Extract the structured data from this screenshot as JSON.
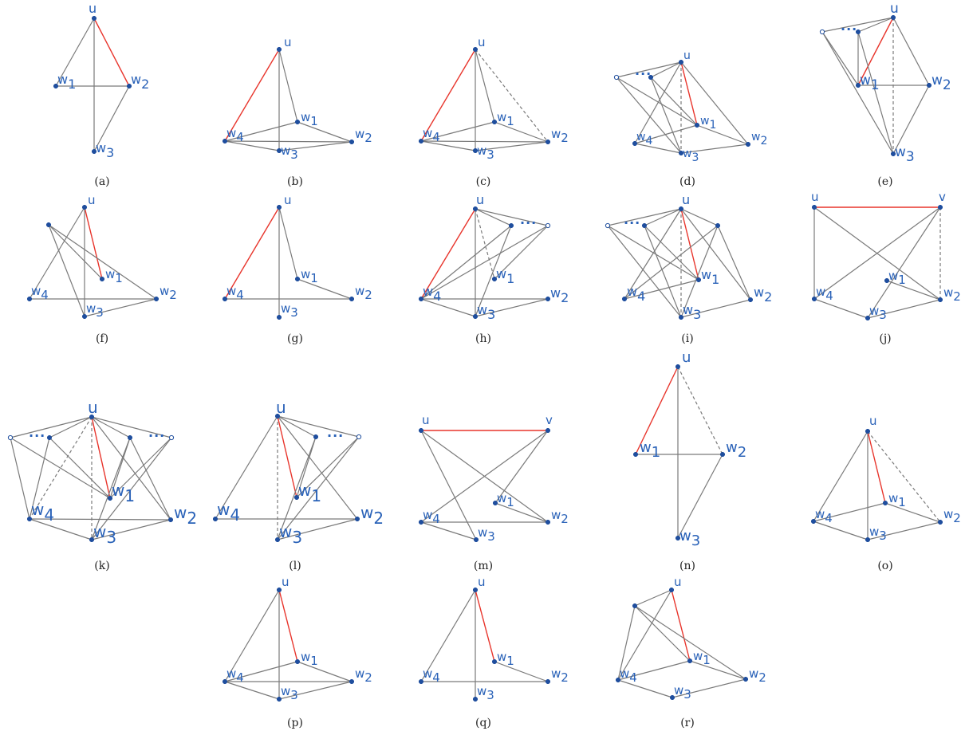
{
  "colors": {
    "edge": "#7a7a7a",
    "highlight": "#e8352c",
    "vertex": "#1f4e9e",
    "label": "#2a62b8",
    "caption": "#222222"
  },
  "panels": [
    {
      "caption": "(a)",
      "labels": {
        "u": "u",
        "w1": "w",
        "w1s": "1",
        "w2": "w",
        "w2s": "2",
        "w3": "w",
        "w3s": "3"
      }
    },
    {
      "caption": "(b)",
      "labels": {
        "u": "u",
        "w1": "w",
        "w1s": "1",
        "w2": "w",
        "w2s": "2",
        "w3": "w",
        "w3s": "3",
        "w4": "w",
        "w4s": "4"
      }
    },
    {
      "caption": "(c)",
      "labels": {
        "u": "u",
        "w1": "w",
        "w1s": "1",
        "w2": "w",
        "w2s": "2",
        "w3": "w",
        "w3s": "3",
        "w4": "w",
        "w4s": "4"
      }
    },
    {
      "caption": "(d)",
      "labels": {
        "u": "u",
        "w1": "w",
        "w1s": "1",
        "w2": "w",
        "w2s": "2",
        "w3": "w",
        "w3s": "3",
        "w4": "w",
        "w4s": "4"
      },
      "dots": "···"
    },
    {
      "caption": "(e)",
      "labels": {
        "u": "u",
        "w1": "w",
        "w1s": "1",
        "w2": "w",
        "w2s": "2",
        "w3": "w",
        "w3s": "3"
      },
      "dots": "···"
    },
    {
      "caption": "(f)",
      "labels": {
        "u": "u",
        "w1": "w",
        "w1s": "1",
        "w2": "w",
        "w2s": "2",
        "w3": "w",
        "w3s": "3",
        "w4": "w",
        "w4s": "4"
      }
    },
    {
      "caption": "(g)",
      "labels": {
        "u": "u",
        "w1": "w",
        "w1s": "1",
        "w2": "w",
        "w2s": "2",
        "w3": "w",
        "w3s": "3",
        "w4": "w",
        "w4s": "4"
      }
    },
    {
      "caption": "(h)",
      "labels": {
        "u": "u",
        "w1": "w",
        "w1s": "1",
        "w2": "w",
        "w2s": "2",
        "w3": "w",
        "w3s": "3",
        "w4": "w",
        "w4s": "4"
      },
      "dots": "···"
    },
    {
      "caption": "(i)",
      "labels": {
        "u": "u",
        "w1": "w",
        "w1s": "1",
        "w2": "w",
        "w2s": "2",
        "w3": "w",
        "w3s": "3",
        "w4": "w",
        "w4s": "4"
      },
      "dots": "···"
    },
    {
      "caption": "(j)",
      "labels": {
        "u": "u",
        "v": "v",
        "w1": "w",
        "w1s": "1",
        "w2": "w",
        "w2s": "2",
        "w3": "w",
        "w3s": "3",
        "w4": "w",
        "w4s": "4"
      }
    },
    {
      "caption": "(k)",
      "labels": {
        "u": "u",
        "w1": "w",
        "w1s": "1",
        "w2": "w",
        "w2s": "2",
        "w3": "w",
        "w3s": "3",
        "w4": "w",
        "w4s": "4"
      },
      "dots": "···",
      "dots2": "···"
    },
    {
      "caption": "(l)",
      "labels": {
        "u": "u",
        "w1": "w",
        "w1s": "1",
        "w2": "w",
        "w2s": "2",
        "w3": "w",
        "w3s": "3",
        "w4": "w",
        "w4s": "4"
      },
      "dots": "···"
    },
    {
      "caption": "(m)",
      "labels": {
        "u": "u",
        "v": "v",
        "w1": "w",
        "w1s": "1",
        "w2": "w",
        "w2s": "2",
        "w3": "w",
        "w3s": "3",
        "w4": "w",
        "w4s": "4"
      }
    },
    {
      "caption": "(n)",
      "labels": {
        "u": "u",
        "w1": "w",
        "w1s": "1",
        "w2": "w",
        "w2s": "2",
        "w3": "w",
        "w3s": "3"
      }
    },
    {
      "caption": "(o)",
      "labels": {
        "u": "u",
        "w1": "w",
        "w1s": "1",
        "w2": "w",
        "w2s": "2",
        "w3": "w",
        "w3s": "3",
        "w4": "w",
        "w4s": "4"
      }
    },
    {
      "caption": "(p)",
      "labels": {
        "u": "u",
        "w1": "w",
        "w1s": "1",
        "w2": "w",
        "w2s": "2",
        "w3": "w",
        "w3s": "3",
        "w4": "w",
        "w4s": "4"
      }
    },
    {
      "caption": "(q)",
      "labels": {
        "u": "u",
        "w1": "w",
        "w1s": "1",
        "w2": "w",
        "w2s": "2",
        "w3": "w",
        "w3s": "3",
        "w4": "w",
        "w4s": "4"
      }
    },
    {
      "caption": "(r)",
      "labels": {
        "u": "u",
        "w1": "w",
        "w1s": "1",
        "w2": "w",
        "w2s": "2",
        "w3": "w",
        "w3s": "3",
        "w4": "w",
        "w4s": "4"
      }
    }
  ]
}
